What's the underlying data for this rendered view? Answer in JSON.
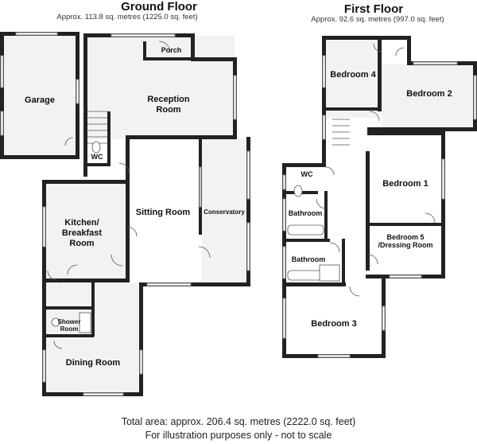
{
  "ground_floor": {
    "title": "Ground Floor",
    "area": "Approx. 113.8 sq. metres (1225.0 sq. feet)",
    "rooms": {
      "garage": "Garage",
      "porch": "Porch",
      "reception": "Reception Room",
      "wc": "WC",
      "kitchen": "Kitchen/ Breakfast Room",
      "sitting": "Sitting Room",
      "conservatory": "Conservatory",
      "shower": "Shower Room",
      "dining": "Dining Room"
    }
  },
  "first_floor": {
    "title": "First Floor",
    "area": "Approx. 92.6 sq. metres (997.0 sq. feet)",
    "rooms": {
      "bedroom4": "Bedroom 4",
      "bedroom2": "Bedroom 2",
      "wc": "WC",
      "bedroom1": "Bedroom 1",
      "bathroom1": "Bathroom",
      "bathroom2": "Bathroom",
      "bedroom5": "Bedroom 5 /Dressing Room",
      "bedroom3": "Bedroom 3"
    }
  },
  "footer": {
    "total": "Total area: approx. 206.4 sq. metres (2222.0 sq. feet)",
    "disclaimer": "For illustration purposes only - not to scale"
  }
}
